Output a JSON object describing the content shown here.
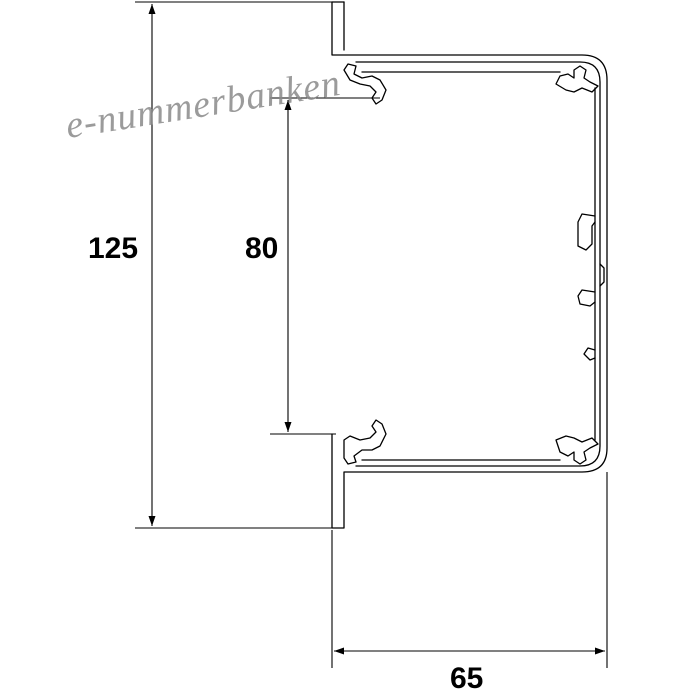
{
  "drawing": {
    "dimensions": {
      "overall_height": "125",
      "inner_height": "80",
      "width": "65"
    },
    "watermark": "e-nummerbanken"
  }
}
